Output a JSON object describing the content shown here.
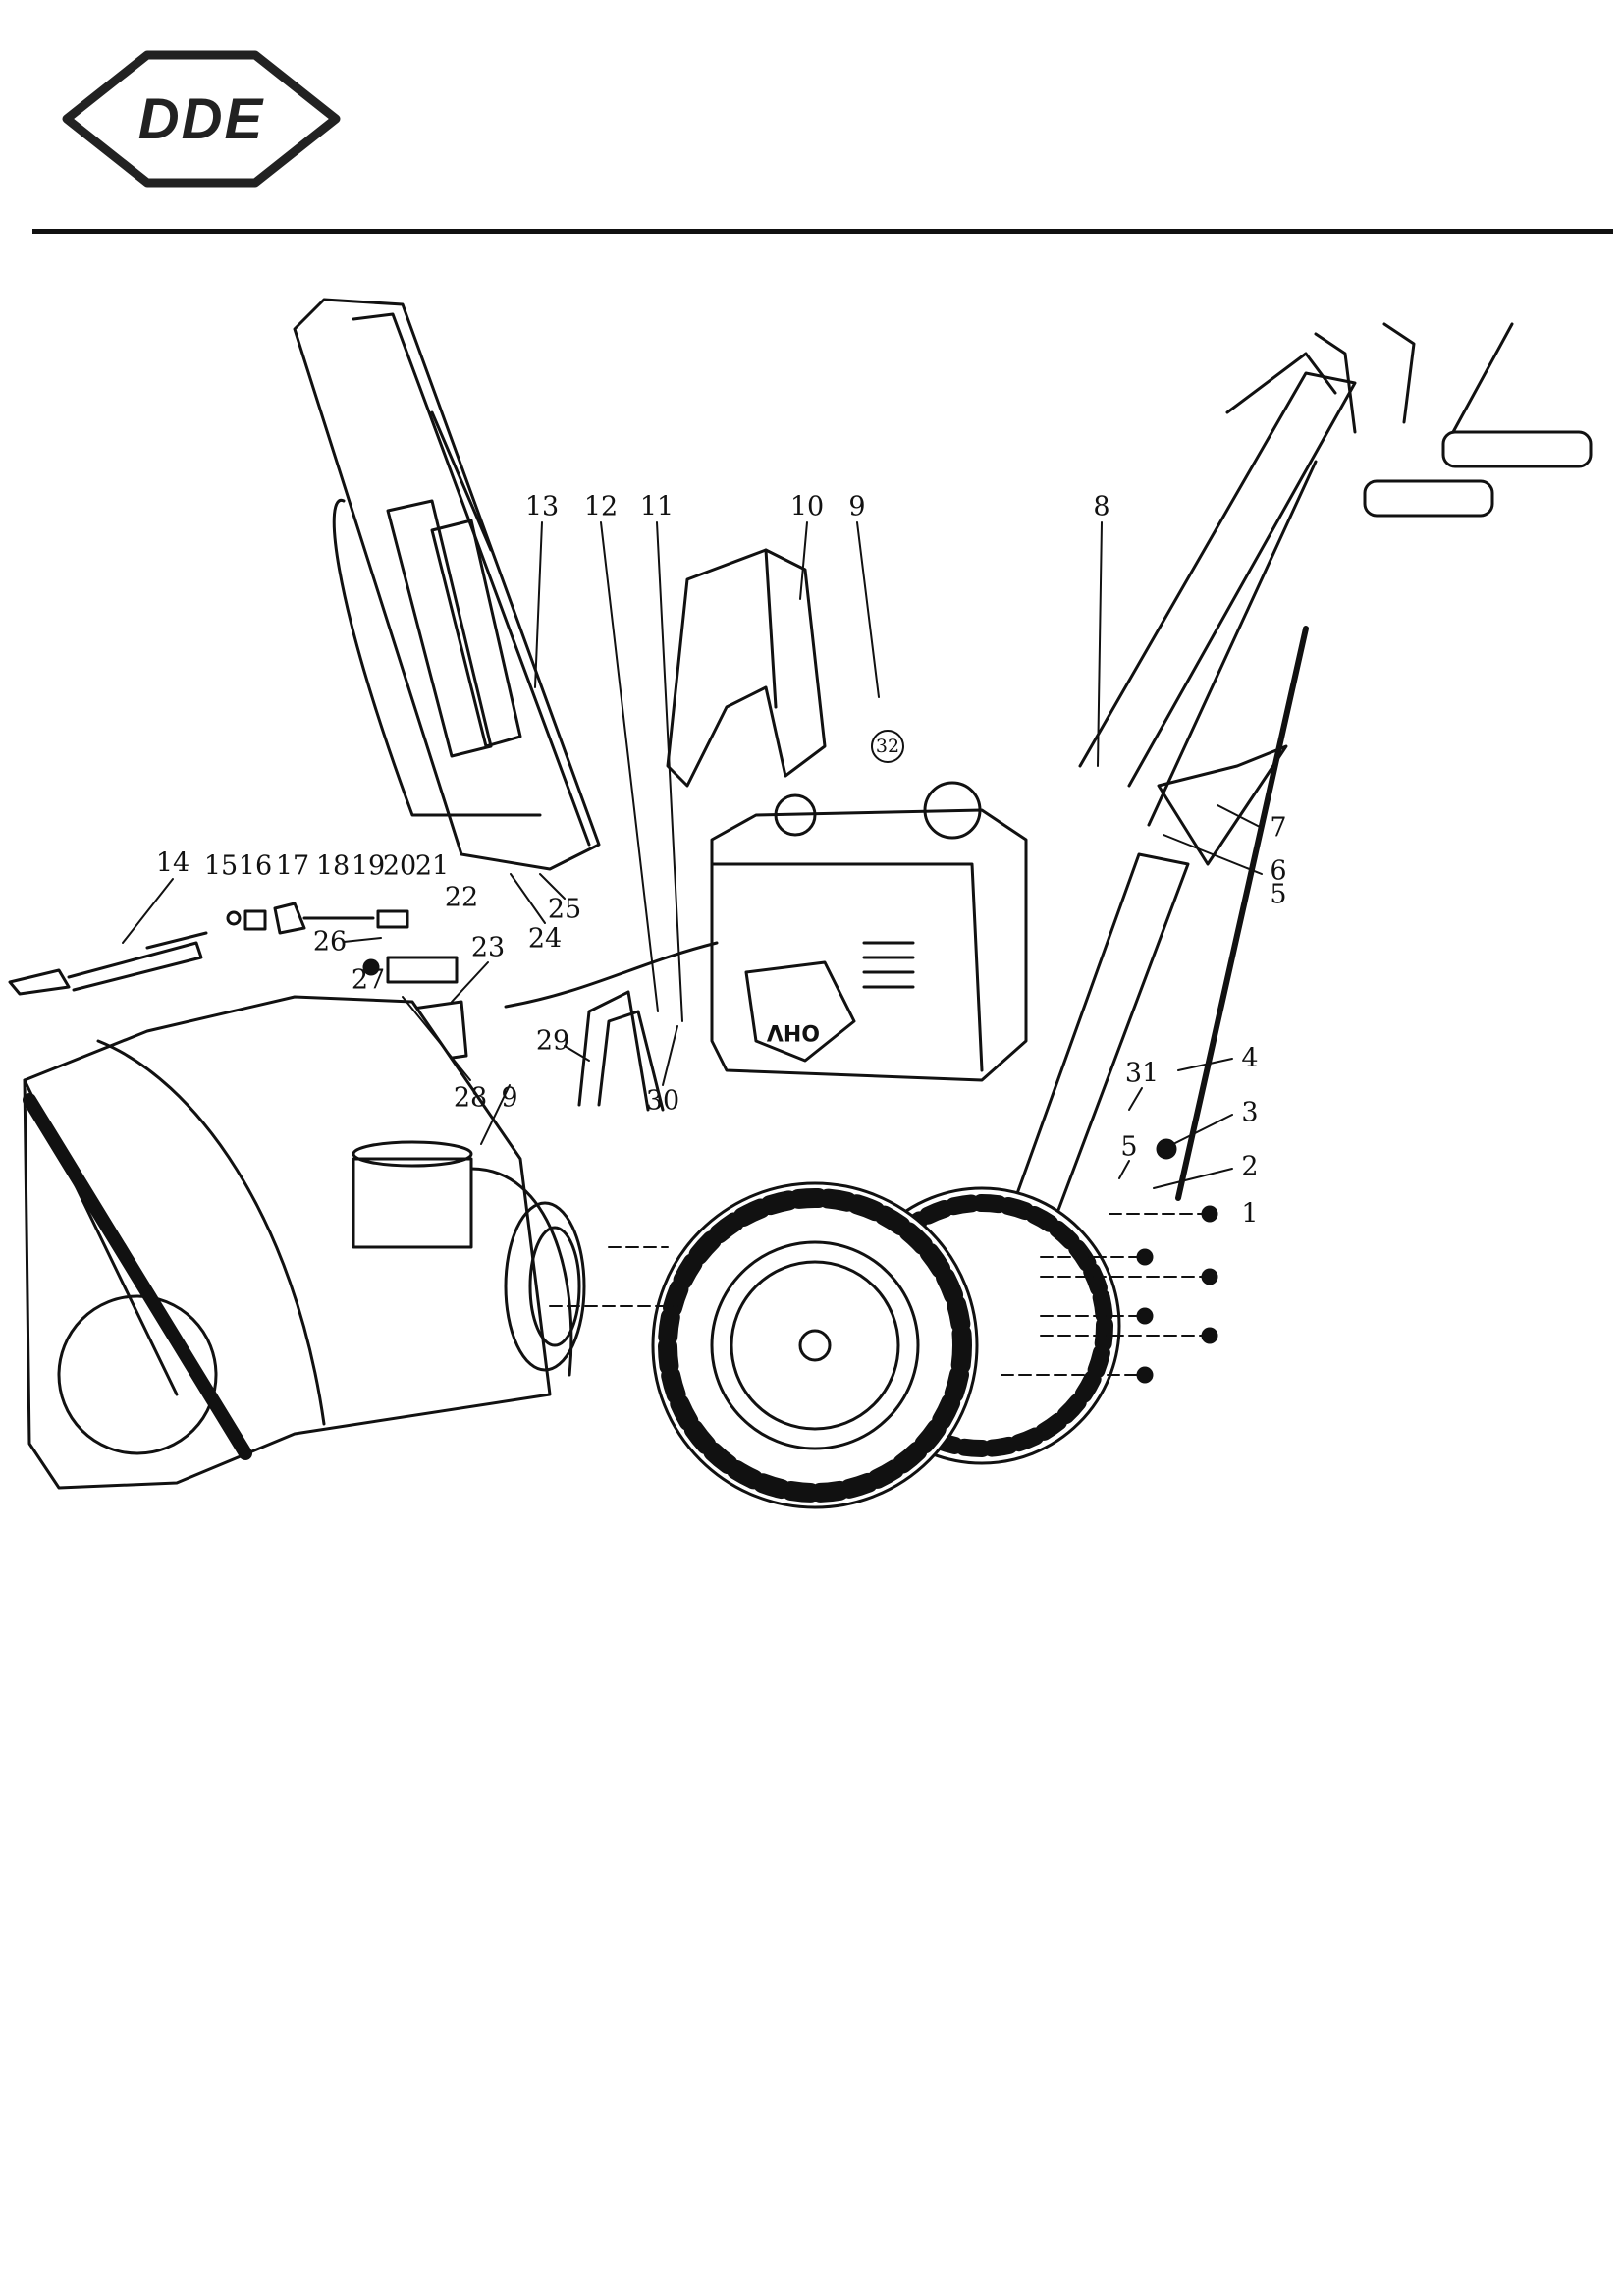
{
  "header": {
    "brand": "DDE"
  },
  "diagram": {
    "title": "Snow blower exploded parts view",
    "callouts": [
      {
        "label": "1"
      },
      {
        "label": "2"
      },
      {
        "label": "3"
      },
      {
        "label": "4"
      },
      {
        "label": "5"
      },
      {
        "label": "5"
      },
      {
        "label": "6"
      },
      {
        "label": "7"
      },
      {
        "label": "8"
      },
      {
        "label": "9"
      },
      {
        "label": "9"
      },
      {
        "label": "10"
      },
      {
        "label": "11"
      },
      {
        "label": "12"
      },
      {
        "label": "13"
      },
      {
        "label": "14"
      },
      {
        "label": "15"
      },
      {
        "label": "16"
      },
      {
        "label": "17"
      },
      {
        "label": "18"
      },
      {
        "label": "19"
      },
      {
        "label": "20"
      },
      {
        "label": "21"
      },
      {
        "label": "22"
      },
      {
        "label": "23"
      },
      {
        "label": "24"
      },
      {
        "label": "25"
      },
      {
        "label": "26"
      },
      {
        "label": "27"
      },
      {
        "label": "28"
      },
      {
        "label": "29"
      },
      {
        "label": "30"
      },
      {
        "label": "31"
      },
      {
        "label": "32"
      }
    ],
    "engine_mark": "OHV"
  }
}
